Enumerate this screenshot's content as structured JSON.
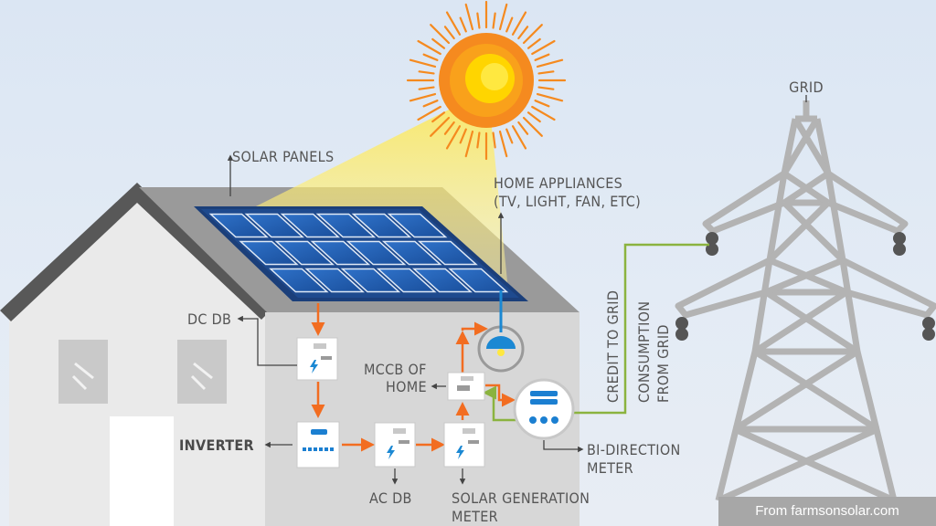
{
  "labels": {
    "grid": "GRID",
    "solar_panels": "SOLAR PANELS",
    "home_appliances_line1": "HOME APPLIANCES",
    "home_appliances_line2": "(TV, LIGHT, FAN, ETC)",
    "dc_db": "DC DB",
    "mccb_line1": "MCCB OF",
    "mccb_line2": "HOME",
    "inverter": "INVERTER",
    "ac_db": "AC DB",
    "solar_meter_line1": "SOLAR GENERATION",
    "solar_meter_line2": "METER",
    "bidirection_line1": "BI-DIRECTION",
    "bidirection_line2": "METER",
    "credit_to_grid": "CREDIT TO GRID",
    "consumption_line1": "CONSUMPTION",
    "consumption_line2": "FROM GRID"
  },
  "source_credit": "From farmsonsolar.com",
  "colors": {
    "dc_flow": "#f26d21",
    "grid_flow": "#8bb33f",
    "sun_core": "#ffd500",
    "sun_ring": "#f58a1f",
    "panel": "#1b57a5",
    "tower": "#b0b0b0"
  }
}
